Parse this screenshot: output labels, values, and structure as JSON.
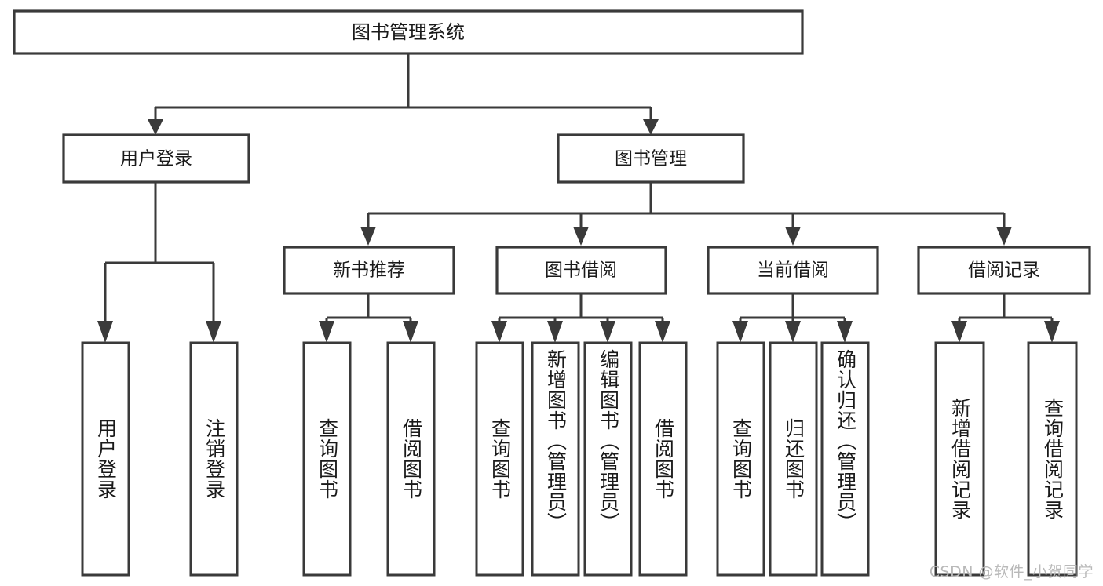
{
  "diagram": {
    "type": "tree-hierarchy",
    "title": "图书管理系统",
    "root": {
      "label": "图书管理系统",
      "id": "root"
    },
    "level1": [
      {
        "id": "user-login",
        "label": "用户登录"
      },
      {
        "id": "book-management",
        "label": "图书管理"
      }
    ],
    "level2": [
      {
        "id": "new-book-recommend",
        "label": "新书推荐",
        "parent": "book-management"
      },
      {
        "id": "book-borrow",
        "label": "图书借阅",
        "parent": "book-management"
      },
      {
        "id": "current-borrow",
        "label": "当前借阅",
        "parent": "book-management"
      },
      {
        "id": "borrow-record",
        "label": "借阅记录",
        "parent": "book-management"
      }
    ],
    "leaves": {
      "user-login": [
        {
          "id": "leaf-user-login",
          "label": "用户登录"
        },
        {
          "id": "leaf-logout",
          "label": "注销登录"
        }
      ],
      "new-book-recommend": [
        {
          "id": "leaf-query-book-1",
          "label": "查询图书"
        },
        {
          "id": "leaf-borrow-book-1",
          "label": "借阅图书"
        }
      ],
      "book-borrow": [
        {
          "id": "leaf-query-book-2",
          "label": "查询图书"
        },
        {
          "id": "leaf-add-book",
          "label": "新增图书（管理员）"
        },
        {
          "id": "leaf-edit-book",
          "label": "编辑图书（管理员）"
        },
        {
          "id": "leaf-borrow-book-2",
          "label": "借阅图书"
        }
      ],
      "current-borrow": [
        {
          "id": "leaf-query-book-3",
          "label": "查询图书"
        },
        {
          "id": "leaf-return-book",
          "label": "归还图书"
        },
        {
          "id": "leaf-confirm-return",
          "label": "确认归还（管理员）"
        }
      ],
      "borrow-record": [
        {
          "id": "leaf-add-record",
          "label": "新增借阅记录"
        },
        {
          "id": "leaf-query-record",
          "label": "查询借阅记录"
        }
      ]
    },
    "colors": {
      "stroke": "#3a3a3a",
      "fill": "#ffffff",
      "text": "#1a1a1a",
      "watermark": "#b9b9b9"
    }
  },
  "watermark": {
    "text": "CSDN @软件_小贺同学"
  }
}
